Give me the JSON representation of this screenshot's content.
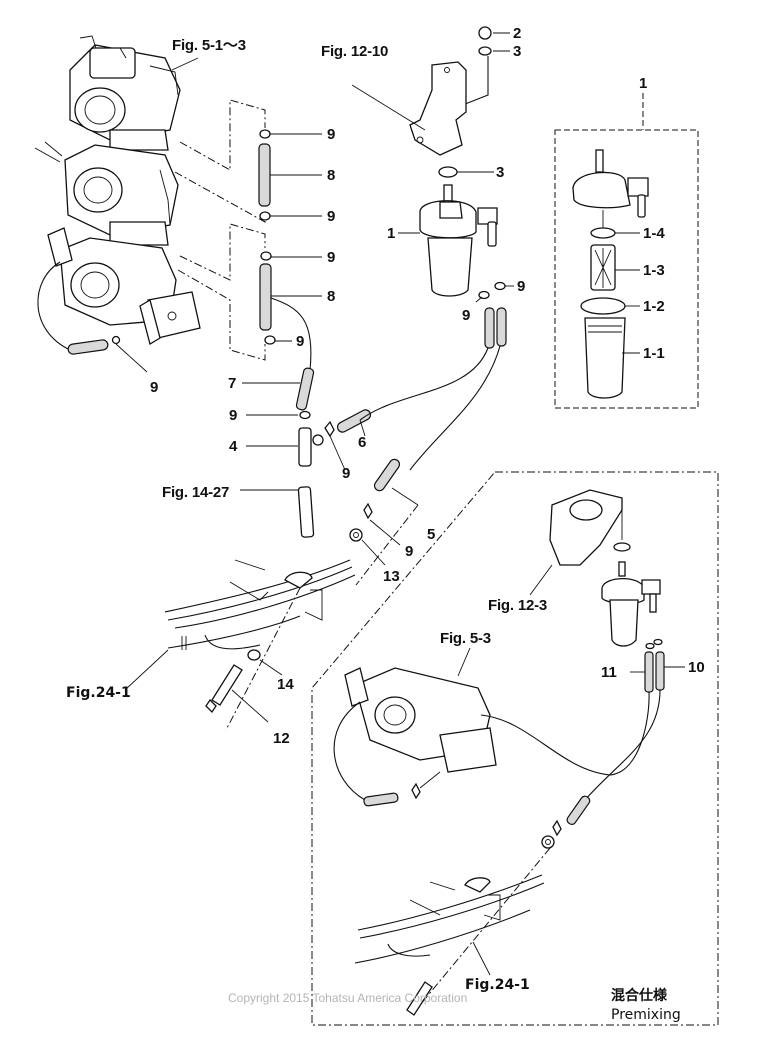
{
  "figure_refs": {
    "carb_top": "Fig. 5-1〜3",
    "bracket_top": "Fig. 12-10",
    "hose_joint": "Fig. 14-27",
    "cowling_left": "Fig.24-1",
    "bracket_premix": "Fig. 12-3",
    "carb_premix": "Fig. 5-3",
    "cowling_premix": "Fig.24-1"
  },
  "callouts": {
    "nut": "2",
    "washer_top": "3",
    "washer_mid": "3",
    "filter_assy": "1",
    "filter_assy_detail": "1",
    "o_ring": "1-4",
    "element": "1-3",
    "o_ring_large": "1-2",
    "cup": "1-1",
    "clip_a": "9",
    "hose_a": "8",
    "clip_b": "9",
    "clip_c": "9",
    "hose_b": "8",
    "clip_d": "9",
    "clip_e": "9",
    "clip_filter_right": "9",
    "clip_filter_left": "9",
    "hose_7": "7",
    "clip_joint_top": "9",
    "joint": "4",
    "clip_joint_side": "9",
    "hose_6": "6",
    "hose_5": "5",
    "clip_5": "9",
    "grommet": "13",
    "grommet_14": "14",
    "connector": "12",
    "hose_11": "11",
    "hose_10": "10"
  },
  "premix": {
    "title_jp": "混合仕様",
    "title_en": "Premixing"
  },
  "copyright": "Copyright 2015 Tohatsu America Corporation"
}
